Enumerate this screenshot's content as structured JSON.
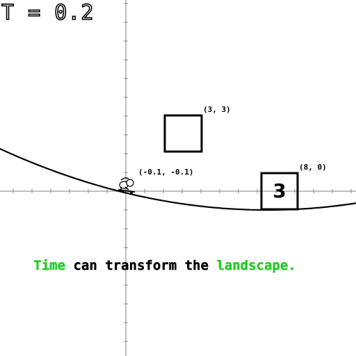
{
  "hud": {
    "time_text": "T = 0.2"
  },
  "world": {
    "player": {
      "label": "(-0.1, -0.1)",
      "x": -0.1,
      "y": -0.1
    },
    "empty_box": {
      "label": "(3, 3)",
      "x": 3,
      "y": 3
    },
    "numbered_box": {
      "label": "(8, 0)",
      "x": 8,
      "y": 0,
      "number": "3"
    }
  },
  "caption": {
    "parts": [
      {
        "text": "Time",
        "color": "#22cc22"
      },
      {
        "text": " can transform the ",
        "color": "#000000"
      },
      {
        "text": "landscape.",
        "color": "#22cc22"
      }
    ]
  },
  "icons": {
    "player": "character-on-skateboard-icon"
  },
  "colors": {
    "axis": "#aaaaaa",
    "curve": "#000000",
    "accent": "#22cc22"
  }
}
